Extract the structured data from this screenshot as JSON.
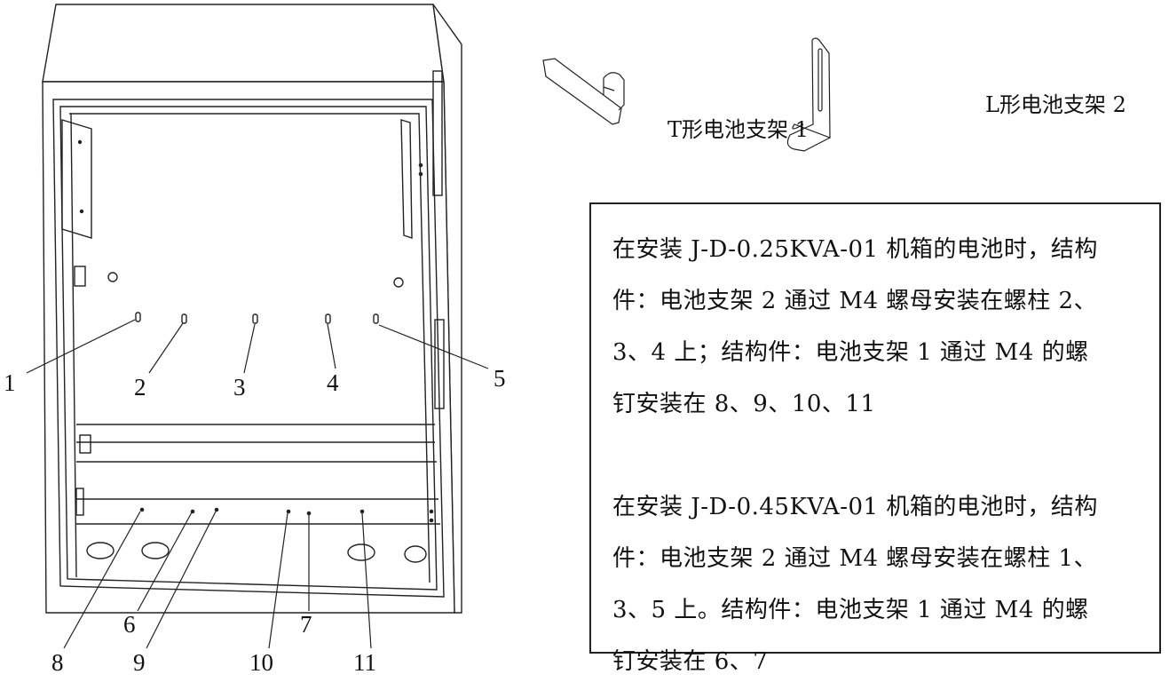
{
  "parts": [
    {
      "label": "T形电池支架 1",
      "icon": "t-bracket-icon"
    },
    {
      "label": "L形电池支架 2",
      "icon": "l-bracket-icon"
    }
  ],
  "callouts": [
    "1",
    "2",
    "3",
    "4",
    "5",
    "6",
    "7",
    "8",
    "9",
    "10",
    "11"
  ],
  "notes": {
    "para1": [
      "在安装 J-D-0.25KVA-01 机箱的电池时，结构",
      "件：电池支架 2 通过 M4 螺母安装在螺柱 2、",
      "3、4 上；结构件：电池支架 1 通过 M4 的螺",
      "钉安装在 8、9、10、11"
    ],
    "para2": [
      "在安装 J-D-0.45KVA-01 机箱的电池时，结构",
      "件：电池支架 2 通过 M4 螺母安装在螺柱 1、",
      "3、5 上。结构件：电池支架 1 通过 M4 的螺",
      "钉安装在 6、7"
    ]
  }
}
